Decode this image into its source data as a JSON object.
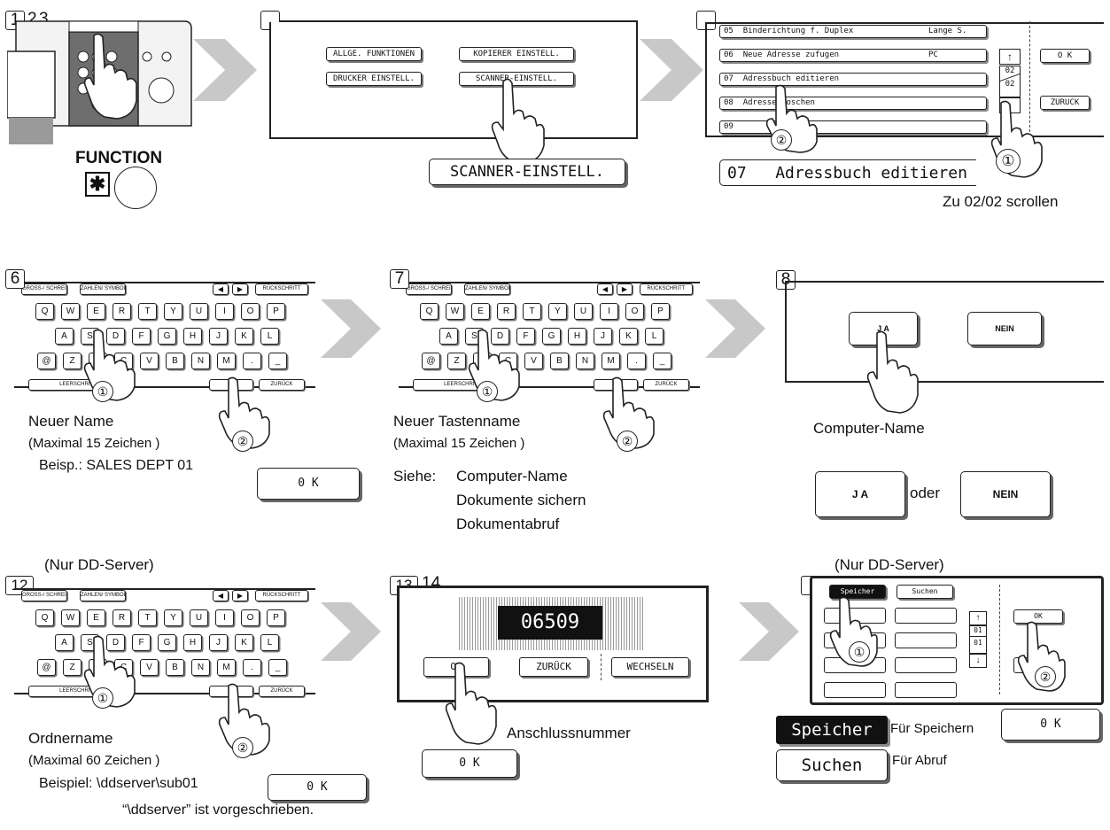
{
  "step1": {
    "nums": [
      "1",
      "2",
      "3"
    ],
    "function_label": "FUNCTION",
    "star_symbol": "✱"
  },
  "step_top2": {
    "buttons": [
      "ALLGE. FUNKTIONEN",
      "KOPIERER EINSTELL.",
      "DRUCKER EINSTELL.",
      "SCANNER-EINSTELL."
    ],
    "callout": "SCANNER-EINSTELL."
  },
  "step_top3": {
    "rows": [
      {
        "num": "05",
        "text": "Binderichtung f. Duplex",
        "value": "Lange S."
      },
      {
        "num": "06",
        "text": "Neue Adresse zufugen",
        "value": "PC"
      },
      {
        "num": "07",
        "text": "Adressbuch editieren",
        "value": ""
      },
      {
        "num": "08",
        "text": "Adresse loschen",
        "value": ""
      },
      {
        "num": "09",
        "text": "",
        "value": ""
      }
    ],
    "page_top": "02",
    "page_bottom": "02",
    "ok_label": "O K",
    "back_label": "ZURUCK",
    "callout_num": "07",
    "callout_text": "Adressbuch editieren",
    "scroll_note": "Zu 02/02 scrollen",
    "markers": [
      "①",
      "②"
    ]
  },
  "keyboard": {
    "top_left": [
      "GROSS-/\nSCHREIBUNG",
      "ZAHLEN/\nSYMBOLE"
    ],
    "arrows": [
      "◀",
      "▶"
    ],
    "backspace": "RÜCKSCHRITT",
    "row1": [
      "Q",
      "W",
      "E",
      "R",
      "T",
      "Y",
      "U",
      "I",
      "O",
      "P"
    ],
    "row2": [
      "A",
      "S",
      "D",
      "F",
      "G",
      "H",
      "J",
      "K",
      "L"
    ],
    "row3": [
      "@",
      "Z",
      "X",
      "C",
      "V",
      "B",
      "N",
      "M",
      ".",
      "_"
    ],
    "space": "LEERSCHRITT",
    "back": "ZURÜCK"
  },
  "step6": {
    "num": "6",
    "caption": "Neuer Name",
    "limit": "(Maximal 15 Zeichen )",
    "example": "Beisp.: SALES DEPT 01",
    "ok_label": "0 K"
  },
  "step7": {
    "num": "7",
    "caption": "Neuer Tastenname",
    "limit": "(Maximal 15 Zeichen )",
    "see_label": "Siehe:",
    "see_items": [
      "Computer-Name",
      "Dokumente sichern",
      "Dokumentabruf"
    ]
  },
  "step8": {
    "num": "8",
    "yes_label": "J A",
    "no_label": "NEIN",
    "caption": "Computer-Name",
    "or_label": "oder"
  },
  "step12": {
    "num": "12",
    "server_note": "(Nur DD-Server)",
    "caption": "Ordnername",
    "limit": "(Maximal 60 Zeichen )",
    "example": "Beispiel: \\ddserver\\sub01",
    "ok_label": "0 K",
    "prefix_note": "“\\ddserver” ist vorgeschrieben."
  },
  "step13": {
    "nums": [
      "13",
      "14"
    ],
    "number": "06509",
    "ok_label": "OK",
    "back_label": "ZURÜCK",
    "switch_label": "WECHSELN",
    "caption": "Anschlussnummer",
    "ok_callout": "0 K"
  },
  "step_last": {
    "server_note": "(Nur DD-Server)",
    "tab_store": "Speicher",
    "tab_search": "Suchen",
    "page_top": "01",
    "page_bottom": "01",
    "ok_label": "OK",
    "store_callout": "Speicher",
    "store_desc": "Für Speichern",
    "search_callout": "Suchen",
    "search_desc": "Für Abruf",
    "ok_callout": "0 K"
  }
}
